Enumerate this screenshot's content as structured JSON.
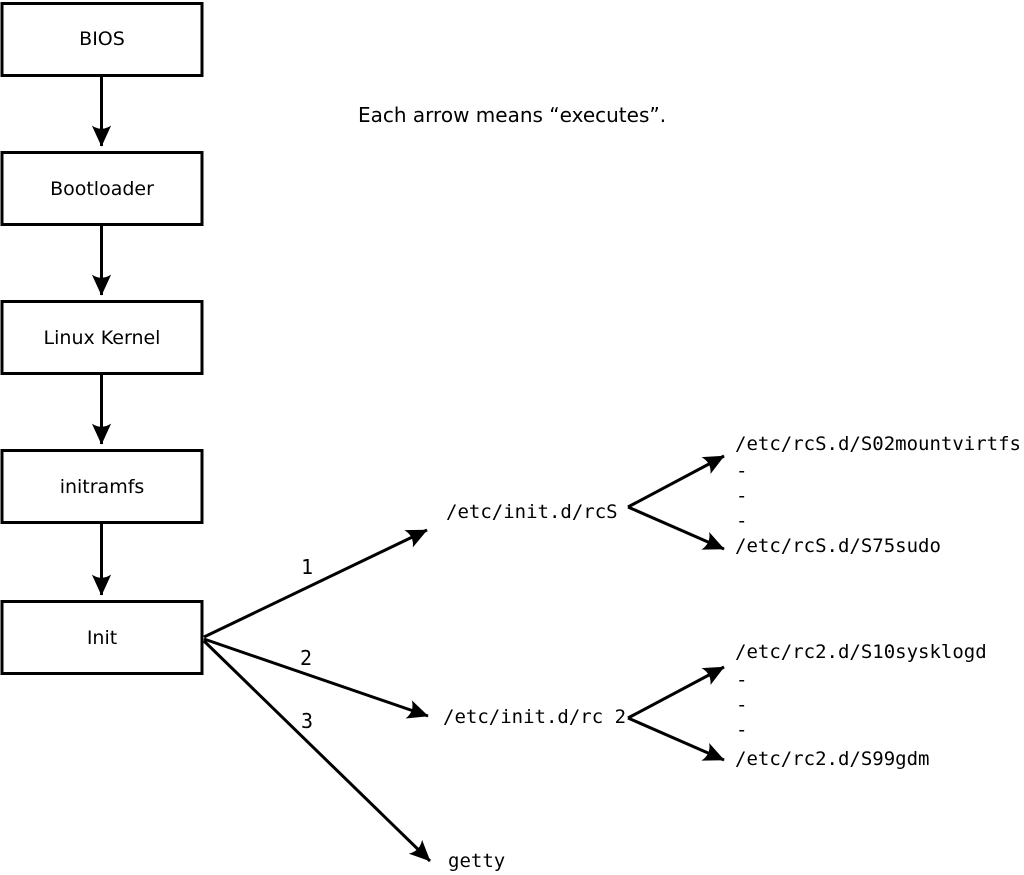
{
  "note": "Each arrow means “executes”.",
  "colors": {
    "ink": "#000000",
    "background": "#ffffff"
  },
  "flow_nodes": {
    "bios": "BIOS",
    "bootloader": "Bootloader",
    "kernel": "Linux Kernel",
    "initramfs": "initramfs",
    "init": "Init"
  },
  "branches": {
    "rcs": {
      "number": "1",
      "label": "/etc/init.d/rcS",
      "first_child": "/etc/rcS.d/S02mountvirtfs",
      "dashes": [
        "-",
        "-",
        "-"
      ],
      "last_child": "/etc/rcS.d/S75sudo"
    },
    "rc2": {
      "number": "2",
      "label": "/etc/init.d/rc 2",
      "first_child": "/etc/rc2.d/S10sysklogd",
      "dashes": [
        "-",
        "-",
        "-"
      ],
      "last_child": "/etc/rc2.d/S99gdm"
    },
    "getty": {
      "number": "3",
      "label": "getty"
    }
  }
}
